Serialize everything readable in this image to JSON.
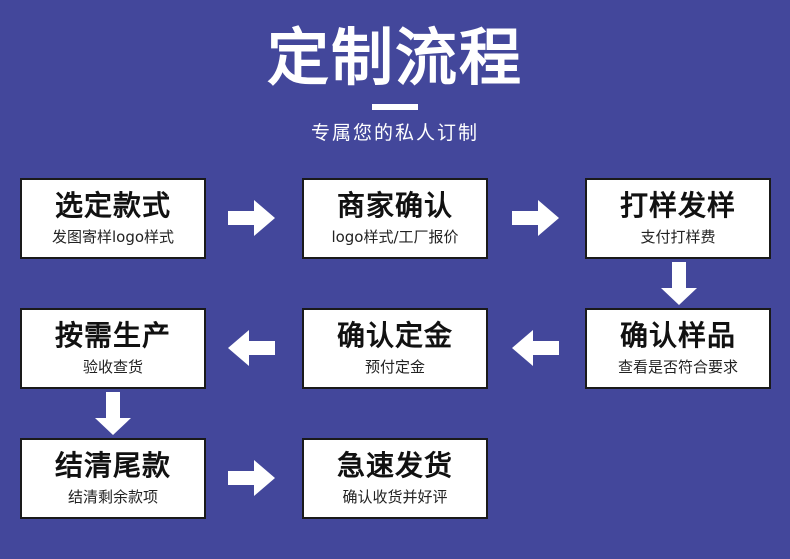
{
  "background_color": "#43479b",
  "box_fill_color": "#ffffff",
  "box_border_color": "#1a1a1a",
  "arrow_color": "#ffffff",
  "header": {
    "title": "定制流程",
    "subtitle": "专属您的私人订制"
  },
  "steps": [
    {
      "index": 1,
      "title": "选定款式",
      "subtitle": "发图寄样logo样式"
    },
    {
      "index": 2,
      "title": "商家确认",
      "subtitle": "logo样式/工厂报价"
    },
    {
      "index": 3,
      "title": "打样发样",
      "subtitle": "支付打样费"
    },
    {
      "index": 4,
      "title": "确认样品",
      "subtitle": "查看是否符合要求"
    },
    {
      "index": 5,
      "title": "确认定金",
      "subtitle": "预付定金"
    },
    {
      "index": 6,
      "title": "按需生产",
      "subtitle": "验收查货"
    },
    {
      "index": 7,
      "title": "结清尾款",
      "subtitle": "结清剩余款项"
    },
    {
      "index": 8,
      "title": "急速发货",
      "subtitle": "确认收货并好评"
    }
  ],
  "connectors": [
    {
      "id": "a1",
      "direction": "right",
      "from": 1,
      "to": 2
    },
    {
      "id": "a2",
      "direction": "right",
      "from": 2,
      "to": 3
    },
    {
      "id": "a3",
      "direction": "down",
      "from": 3,
      "to": 4
    },
    {
      "id": "a4",
      "direction": "left",
      "from": 4,
      "to": 5
    },
    {
      "id": "a5",
      "direction": "left",
      "from": 5,
      "to": 6
    },
    {
      "id": "a6",
      "direction": "down",
      "from": 6,
      "to": 7
    },
    {
      "id": "a7",
      "direction": "right",
      "from": 7,
      "to": 8
    }
  ]
}
